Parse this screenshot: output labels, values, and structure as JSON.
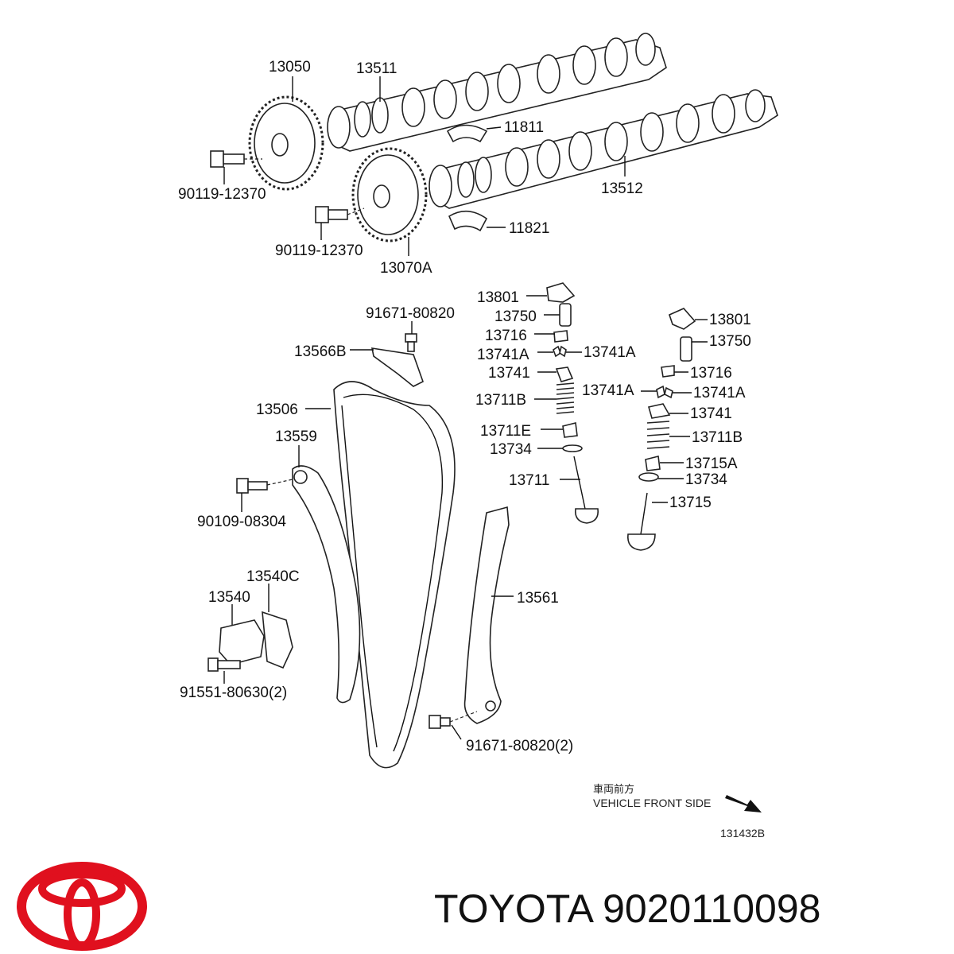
{
  "parts": {
    "p13050": "13050",
    "p13511": "13511",
    "p11811": "11811",
    "p13512": "13512",
    "p11821": "11821",
    "bolt_a": "90119-12370",
    "bolt_b": "90119-12370",
    "p13070a": "13070A",
    "p91671_top": "91671-80820",
    "p13566b": "13566B",
    "p13506": "13506",
    "p13559": "13559",
    "p90109": "90109-08304",
    "p13540c": "13540C",
    "p13540": "13540",
    "p91551": "91551-80630(2)",
    "p13561": "13561",
    "p91671_bot": "91671-80820(2)",
    "l13801": "13801",
    "l13750": "13750",
    "l13716": "13716",
    "l13741a_1": "13741A",
    "l13741a_2": "13741A",
    "l13741": "13741",
    "l13711b": "13711B",
    "l13711e": "13711E",
    "l13734": "13734",
    "l13711": "13711",
    "r13801": "13801",
    "r13750": "13750",
    "r13716": "13716",
    "r13741a_1": "13741A",
    "r13741a_2": "13741A",
    "r13741": "13741",
    "r13711b": "13711B",
    "r13715a": "13715A",
    "r13734": "13734",
    "r13715": "13715"
  },
  "orientation": {
    "cjk": "車両前方",
    "english": "VEHICLE FRONT SIDE"
  },
  "figure_code": "131432B",
  "brand": {
    "title": "TOYOTA 9020110098",
    "logo_color": "#e0101e"
  }
}
